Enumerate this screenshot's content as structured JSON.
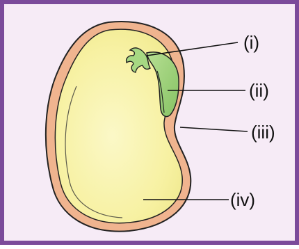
{
  "diagram": {
    "labels": {
      "i": "(i)",
      "ii": "(ii)",
      "iii": "(iii)",
      "iv": "(iv)"
    }
  },
  "colors": {
    "border": "#7b4b9a",
    "background": "#f6ebf6",
    "seed_coat": "#f0b48f",
    "cotyledon": "#f7f3a8",
    "embryo": "#98cf72",
    "outline": "#222222"
  }
}
